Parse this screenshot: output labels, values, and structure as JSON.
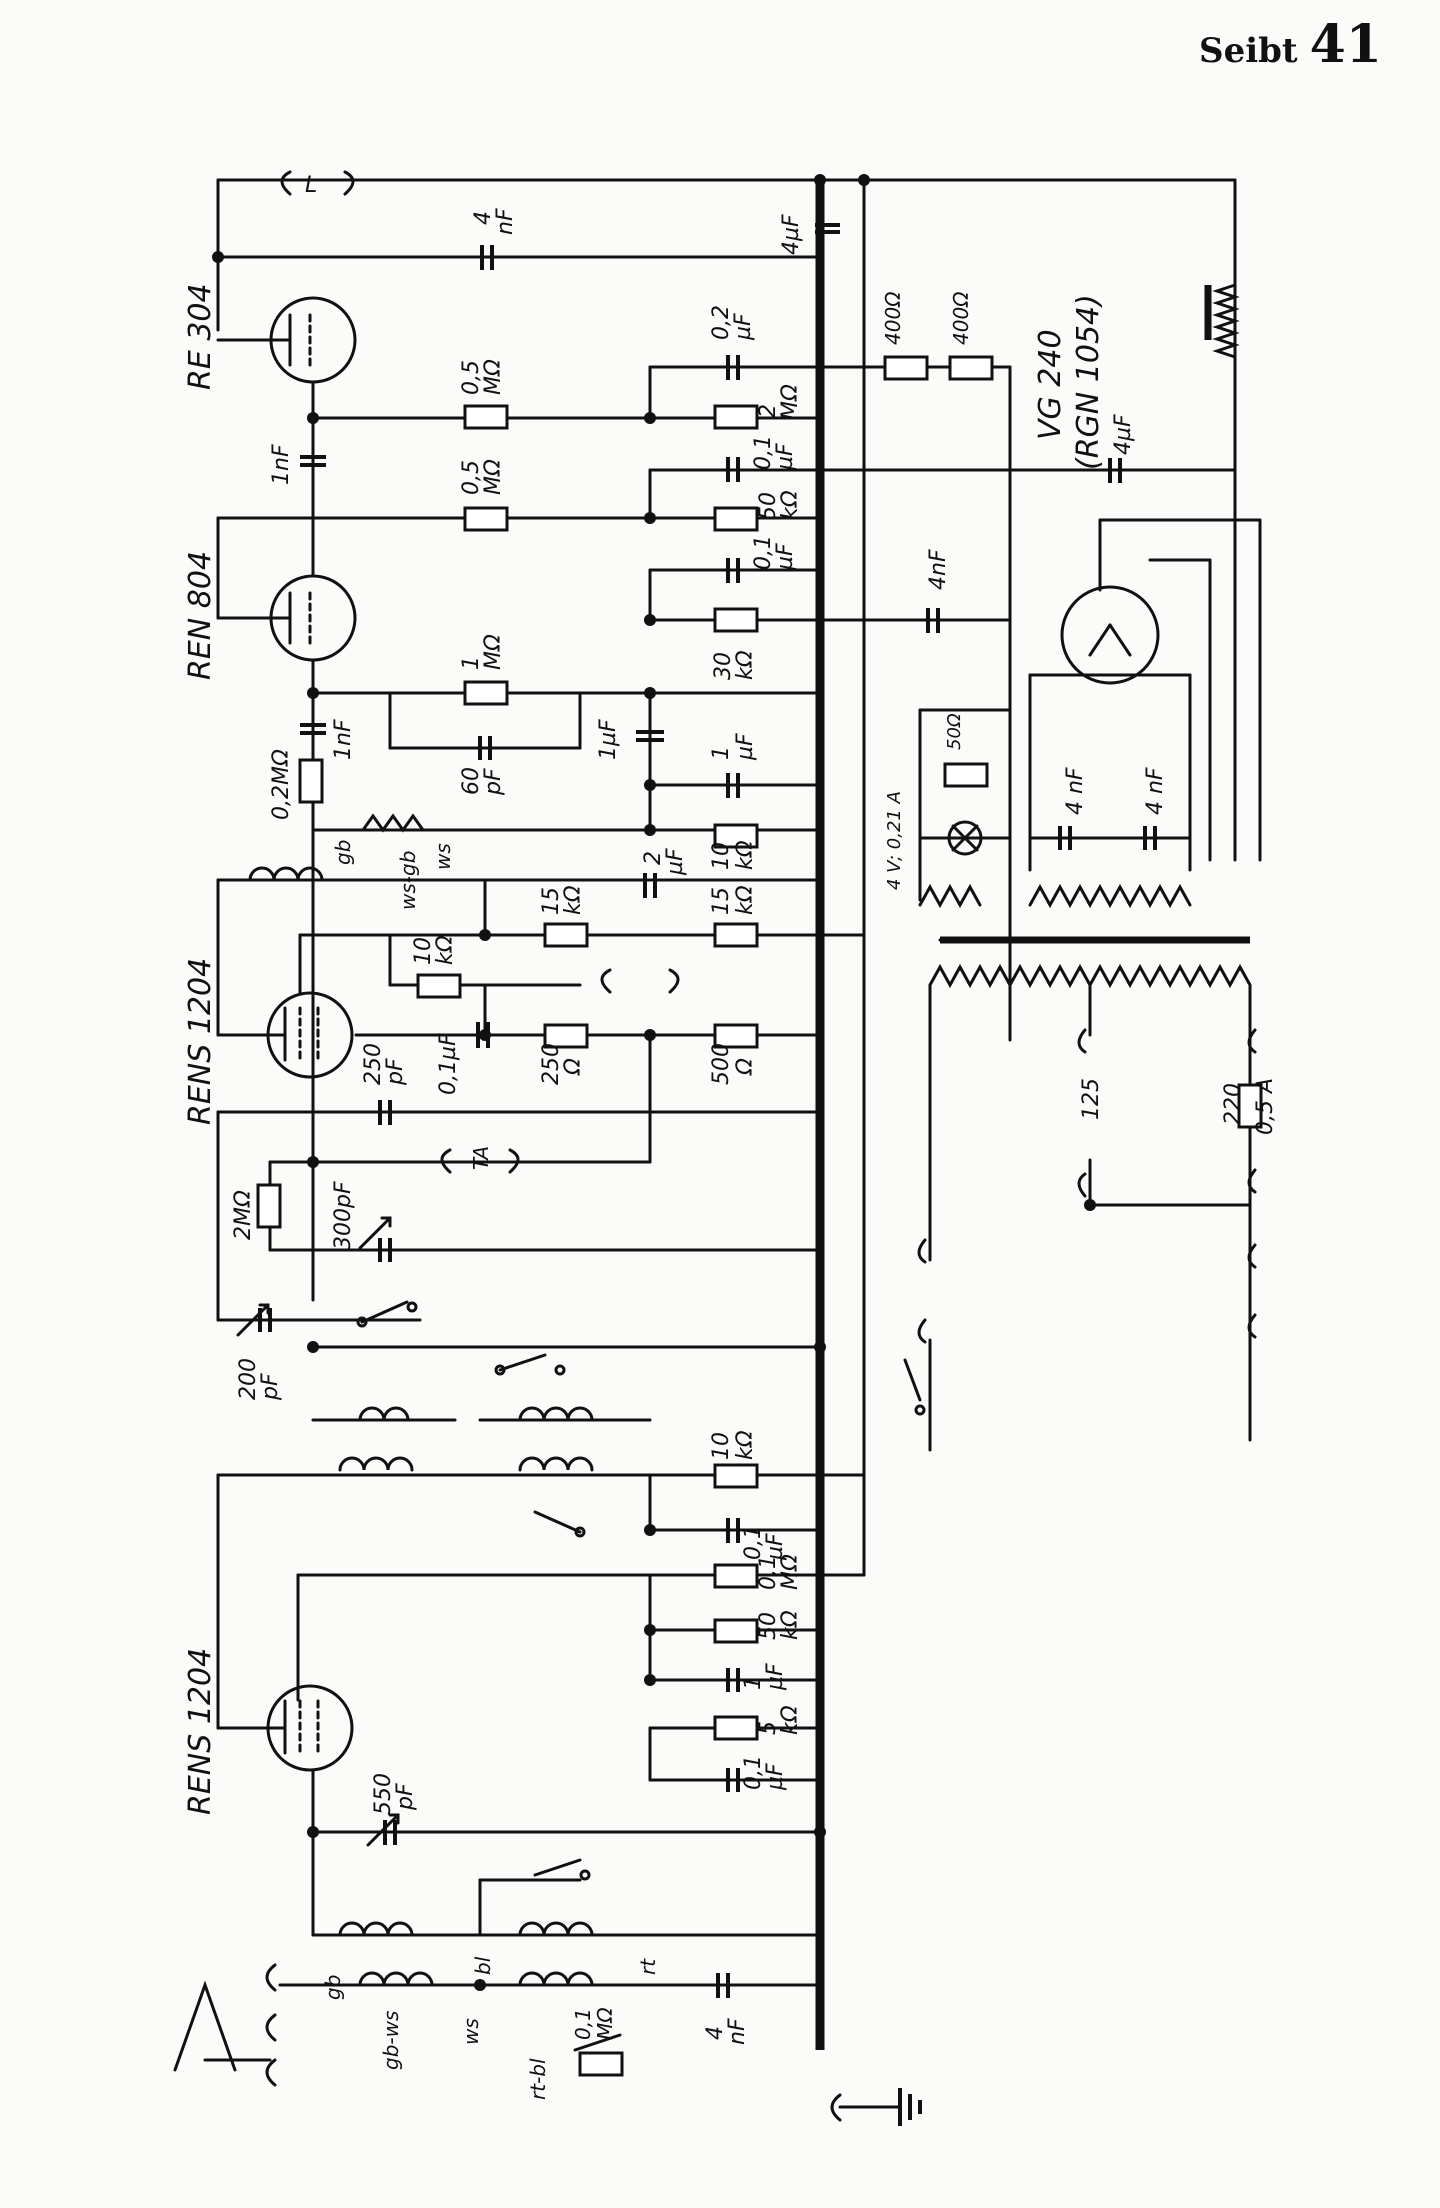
{
  "header": {
    "brand": "Seibt",
    "page_number": "41"
  },
  "tubes": [
    {
      "id": "re304",
      "label": "RE 304"
    },
    {
      "id": "ren804",
      "label": "REN 804"
    },
    {
      "id": "rens1204a",
      "label": "RENS 1204"
    },
    {
      "id": "rens1204b",
      "label": "RENS 1204"
    },
    {
      "id": "vg240",
      "label": "VG 240",
      "alt_label": "(RGN 1054)"
    }
  ],
  "resistors": [
    {
      "v1": "0,5",
      "v2": "MΩ"
    },
    {
      "v1": "2",
      "v2": "MΩ"
    },
    {
      "v1": "0,5",
      "v2": "MΩ"
    },
    {
      "v1": "50",
      "v2": "kΩ"
    },
    {
      "v1": "30",
      "v2": "kΩ"
    },
    {
      "v1": "1",
      "v2": "MΩ"
    },
    {
      "v1": "10",
      "v2": "kΩ"
    },
    {
      "v1": "15",
      "v2": "kΩ"
    },
    {
      "v1": "15",
      "v2": "kΩ"
    },
    {
      "v1": "10",
      "v2": "kΩ"
    },
    {
      "v1": "250",
      "v2": "Ω"
    },
    {
      "v1": "500",
      "v2": "Ω"
    },
    {
      "v1": "10",
      "v2": "kΩ"
    },
    {
      "v1": "0,1",
      "v2": "MΩ"
    },
    {
      "v1": "50",
      "v2": "kΩ"
    },
    {
      "v1": "5",
      "v2": "kΩ"
    },
    {
      "v1": "0,1",
      "v2": "MΩ"
    },
    {
      "v1": "400Ω",
      "v2": ""
    },
    {
      "v1": "400Ω",
      "v2": ""
    },
    {
      "v1": "220",
      "v2": ""
    },
    {
      "v1": "0,2MΩ",
      "v2": ""
    },
    {
      "v1": "2MΩ",
      "v2": ""
    }
  ],
  "capacitors": [
    {
      "v1": "4",
      "v2": "nF"
    },
    {
      "v1": "4µF",
      "v2": ""
    },
    {
      "v1": "0,2",
      "v2": "µF"
    },
    {
      "v1": "1nF",
      "v2": ""
    },
    {
      "v1": "0,1",
      "v2": "µF"
    },
    {
      "v1": "0,1",
      "v2": "µF"
    },
    {
      "v1": "4nF",
      "v2": ""
    },
    {
      "v1": "4µF",
      "v2": ""
    },
    {
      "v1": "1nF",
      "v2": ""
    },
    {
      "v1": "60",
      "v2": "pF"
    },
    {
      "v1": "1µF",
      "v2": ""
    },
    {
      "v1": "1",
      "v2": "µF"
    },
    {
      "v1": "2",
      "v2": "µF"
    },
    {
      "v1": "250",
      "v2": "pF"
    },
    {
      "v1": "0,1µF",
      "v2": ""
    },
    {
      "v1": "300pF",
      "v2": ""
    },
    {
      "v1": "200",
      "v2": "pF"
    },
    {
      "v1": "0,1",
      "v2": "µF"
    },
    {
      "v1": "1",
      "v2": "µF"
    },
    {
      "v1": "0,1",
      "v2": "µF"
    },
    {
      "v1": "550",
      "v2": "pF"
    },
    {
      "v1": "4",
      "v2": "nF"
    },
    {
      "v1": "4 nF",
      "v2": ""
    },
    {
      "v1": "4 nF",
      "v2": ""
    }
  ],
  "other_labels": {
    "speaker": "L",
    "pickup": "TA",
    "lamp": "4 V; 0,21 A",
    "hum_res": "50Ω",
    "tap": "125",
    "fuse": "0,5 A",
    "gb": "gb",
    "ws_gb": "ws-gb",
    "ws": "ws",
    "gb_ws": "gb-ws",
    "bl": "bl",
    "rt": "rt",
    "rt_bl": "rt-bl"
  }
}
